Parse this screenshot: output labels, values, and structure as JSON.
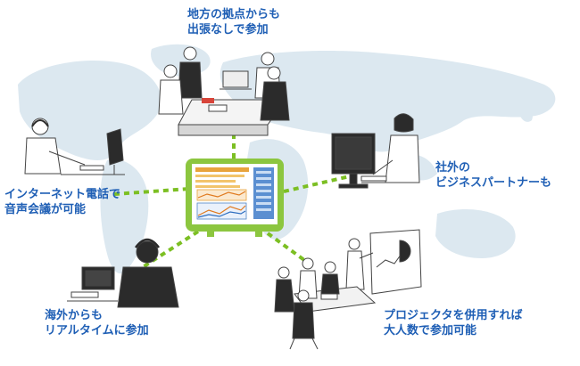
{
  "colors": {
    "label_text": "#1f5fb5",
    "connector_green": "#7cbf23",
    "map_land": "#dce8f0",
    "hub_frame": "#8cc63f",
    "figure_line": "#444444",
    "figure_dark": "#2b2b2b"
  },
  "hub": {
    "name": "monitor-hub",
    "screen_content": [
      "orange-chart",
      "blue-lines-chart",
      "blue-sidebar"
    ]
  },
  "labels": {
    "top": [
      "地方の拠点からも",
      "出張なしで参加"
    ],
    "left": [
      "インターネット電話で",
      "音声会議が可能"
    ],
    "right": [
      "社外の",
      "ビジネスパートナーも"
    ],
    "bottom_left": [
      "海外からも",
      "リアルタイムに参加"
    ],
    "bottom_right": [
      "プロジェクタを併用すれば",
      "大人数で参加可能"
    ]
  }
}
